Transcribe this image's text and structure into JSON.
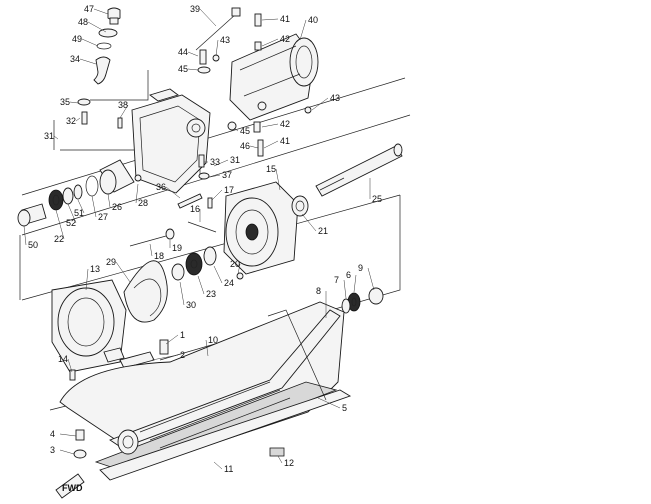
{
  "diagram": {
    "fwd_label": "FWD",
    "callouts": [
      "47",
      "48",
      "49",
      "34",
      "35",
      "32",
      "31",
      "38",
      "39",
      "41",
      "40",
      "44",
      "43",
      "45",
      "42",
      "45",
      "42",
      "43",
      "41",
      "46",
      "33",
      "31",
      "37",
      "36",
      "30",
      "28",
      "26",
      "27",
      "51",
      "52",
      "22",
      "50",
      "15",
      "25",
      "21",
      "17",
      "16",
      "19",
      "18",
      "20",
      "29",
      "13",
      "23",
      "24",
      "9",
      "6",
      "7",
      "8",
      "1",
      "2",
      "10",
      "14",
      "4",
      "3",
      "5",
      "11",
      "12"
    ]
  }
}
